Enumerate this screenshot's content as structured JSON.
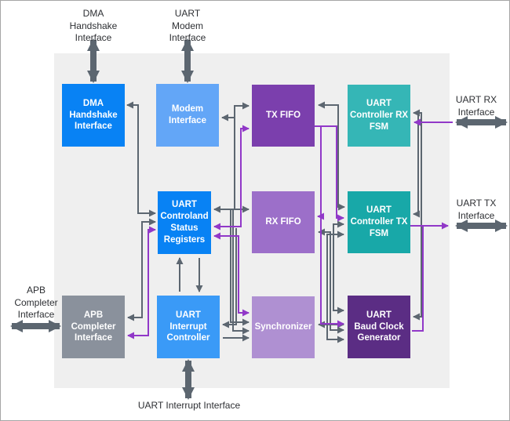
{
  "colors": {
    "panel_bg": "#efefef",
    "wire_gray": "#5c6670",
    "wire_purple": "#9138c8",
    "ext_arrow": "#5c6670",
    "label_text": "#2d2f33"
  },
  "blocks": {
    "dma": {
      "label": "DMA\nHandshake\nInterface",
      "color": "#0882f4"
    },
    "modem": {
      "label": "Modem\nInterface",
      "color": "#63a6f7"
    },
    "tx_fifo": {
      "label": "TX FIFO",
      "color": "#7b3fad"
    },
    "uart_rx_fsm": {
      "label": "UART\nController RX\nFSM",
      "color": "#35b6b6"
    },
    "registers": {
      "label": "UART\nControland\nStatus\nRegisters",
      "color": "#0882f4"
    },
    "rx_fifo": {
      "label": "RX FIFO",
      "color": "#9c6fc9"
    },
    "uart_tx_fsm": {
      "label": "UART\nController TX\nFSM",
      "color": "#18a8a8"
    },
    "apb": {
      "label": "APB\nCompleter\nInterface",
      "color": "#8a919c"
    },
    "interrupt": {
      "label": "UART\nInterrupt\nController",
      "color": "#3a9af7"
    },
    "synchronizer": {
      "label": "Synchronizer",
      "color": "#af90d2"
    },
    "baud": {
      "label": "UART\nBaud Clock\nGenerator",
      "color": "#5b2d84"
    }
  },
  "external_labels": {
    "dma": "DMA\nHandshake\nInterface",
    "modem": "UART\nModem\nInterface",
    "uart_rx": "UART RX\nInterface",
    "uart_tx": "UART TX\nInterface",
    "apb": "APB\nCompleter\nInterface",
    "interrupt": "UART Interrupt Interface"
  }
}
